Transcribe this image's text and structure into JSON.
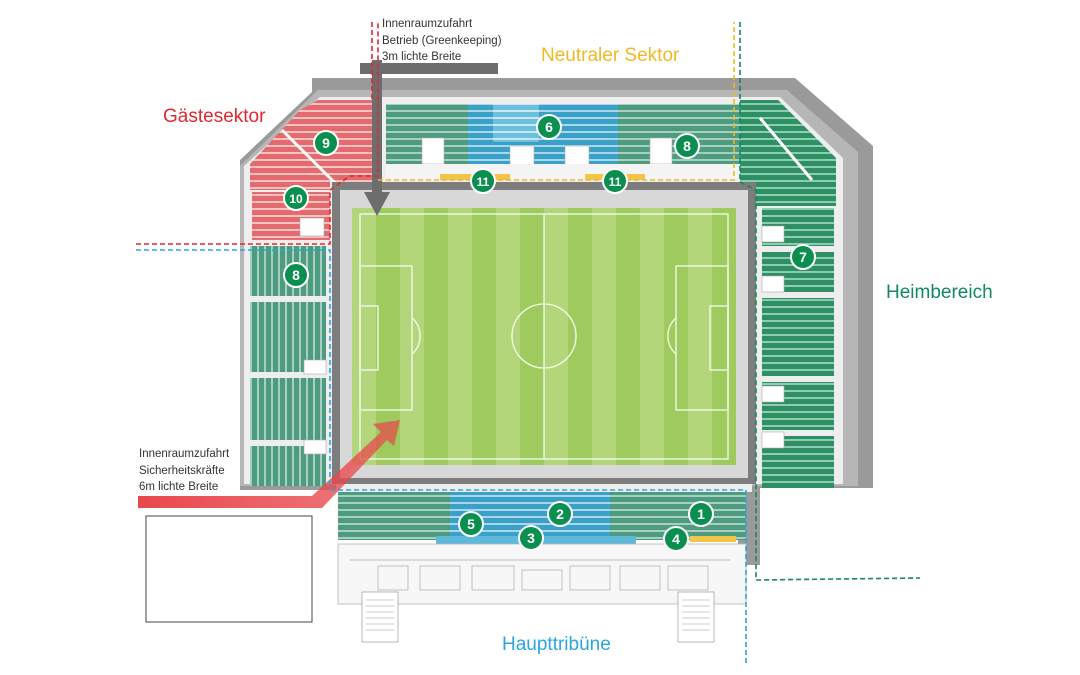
{
  "labels": {
    "gaestesektor": "Gästesektor",
    "neutraler_sektor": "Neutraler Sektor",
    "heimbereich": "Heimbereich",
    "haupttribuene": "Haupttribüne"
  },
  "notes": {
    "greenkeeping": [
      "Innenraumzufahrt",
      "Betrieb (Greenkeeping)",
      "3m lichte Breite"
    ],
    "security": [
      "Innenraumzufahrt",
      "Sicherheitskräfte",
      "6m lichte Breite"
    ]
  },
  "colors": {
    "guest": "#e2272f",
    "neutral": "#f0b822",
    "home": "#118a5c",
    "main": "#2aa5dd",
    "badge": "#0b8f50",
    "pitch": "#9fcb5e",
    "roof": "#8c8c8c"
  },
  "blocks": [
    {
      "id": "block-9",
      "number": "9"
    },
    {
      "id": "block-10",
      "number": "10"
    },
    {
      "id": "block-8-left",
      "number": "8"
    },
    {
      "id": "block-6",
      "number": "6"
    },
    {
      "id": "block-8-north",
      "number": "8"
    },
    {
      "id": "block-11-left",
      "number": "11"
    },
    {
      "id": "block-11-right",
      "number": "11"
    },
    {
      "id": "block-7",
      "number": "7"
    },
    {
      "id": "block-1",
      "number": "1"
    },
    {
      "id": "block-2",
      "number": "2"
    },
    {
      "id": "block-3",
      "number": "3"
    },
    {
      "id": "block-4",
      "number": "4"
    },
    {
      "id": "block-5",
      "number": "5"
    }
  ]
}
